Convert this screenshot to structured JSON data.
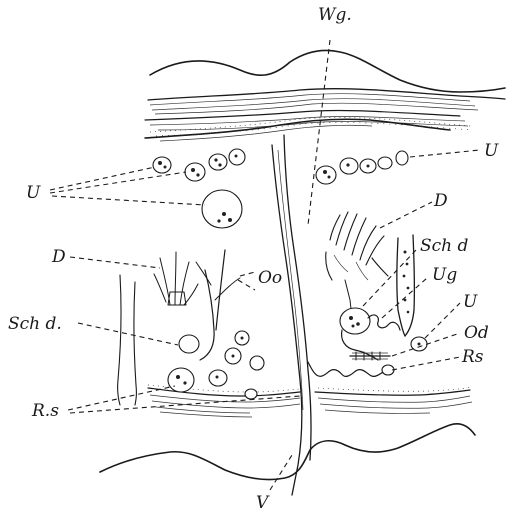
{
  "labels": {
    "wg": "Wg.",
    "u_left": "U",
    "u_right_top": "U",
    "d_left": "D",
    "d_right": "D",
    "oo": "Oo",
    "schd_right": "Sch d",
    "ug": "Ug",
    "u_right_mid": "U",
    "od": "Od",
    "rs_right": "Rs",
    "schd_left": "Sch d.",
    "rs_left": "R.s",
    "v": "V"
  }
}
